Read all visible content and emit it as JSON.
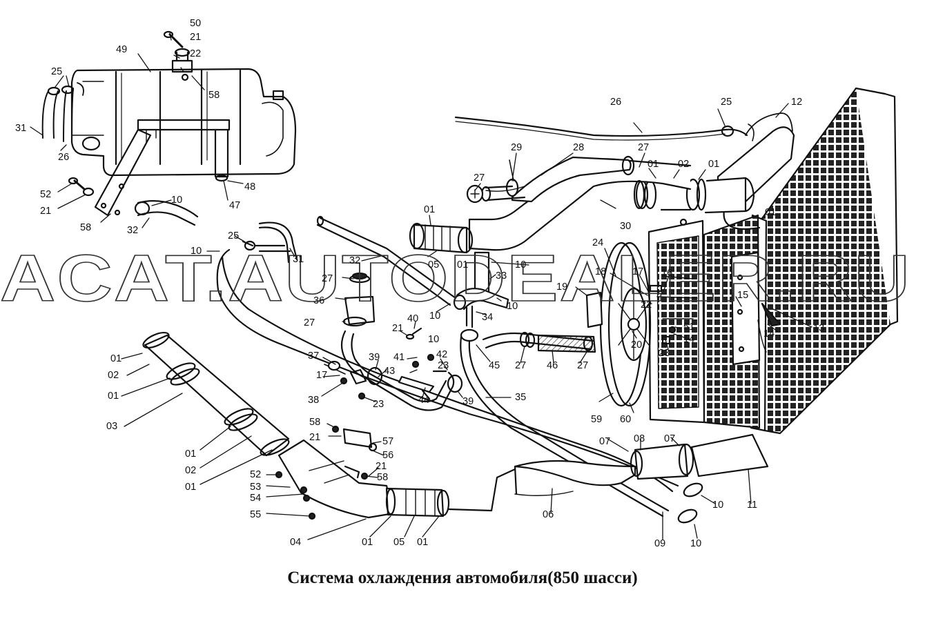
{
  "caption": "Система охлаждения автомобиля(850 шасси)",
  "watermark": "ACAT.AUTODEALER.RU",
  "callouts": [
    {
      "id": "c1",
      "text": "50"
    },
    {
      "id": "c2",
      "text": "21"
    },
    {
      "id": "c3",
      "text": "22"
    },
    {
      "id": "c4",
      "text": "49"
    },
    {
      "id": "c5",
      "text": "25"
    },
    {
      "id": "c6",
      "text": "58"
    },
    {
      "id": "c7",
      "text": "31"
    },
    {
      "id": "c8",
      "text": "26"
    },
    {
      "id": "c9",
      "text": "52"
    },
    {
      "id": "c10",
      "text": "21"
    },
    {
      "id": "c11",
      "text": "10"
    },
    {
      "id": "c12",
      "text": "48"
    },
    {
      "id": "c13",
      "text": "47"
    },
    {
      "id": "c14",
      "text": "58"
    },
    {
      "id": "c15",
      "text": "32"
    },
    {
      "id": "c16",
      "text": "26"
    },
    {
      "id": "c17",
      "text": "25"
    },
    {
      "id": "c18",
      "text": "12"
    },
    {
      "id": "c19",
      "text": "29"
    },
    {
      "id": "c20",
      "text": "28"
    },
    {
      "id": "c21",
      "text": "27"
    },
    {
      "id": "c22",
      "text": "01"
    },
    {
      "id": "c23",
      "text": "02"
    },
    {
      "id": "c24",
      "text": "01"
    },
    {
      "id": "c25",
      "text": "27"
    },
    {
      "id": "c26",
      "text": "30"
    },
    {
      "id": "c27",
      "text": "01"
    },
    {
      "id": "c28",
      "text": "05"
    },
    {
      "id": "c29",
      "text": "01"
    },
    {
      "id": "c30",
      "text": "10"
    },
    {
      "id": "c31",
      "text": "25"
    },
    {
      "id": "c32",
      "text": "10"
    },
    {
      "id": "c33",
      "text": "31"
    },
    {
      "id": "c34",
      "text": "32"
    },
    {
      "id": "c35",
      "text": "33"
    },
    {
      "id": "c36",
      "text": "27"
    },
    {
      "id": "c37",
      "text": "36"
    },
    {
      "id": "c38",
      "text": "10"
    },
    {
      "id": "c39",
      "text": "10"
    },
    {
      "id": "c40",
      "text": "34"
    },
    {
      "id": "c41",
      "text": "27"
    },
    {
      "id": "c42",
      "text": "21"
    },
    {
      "id": "c43",
      "text": "40"
    },
    {
      "id": "c44",
      "text": "10"
    },
    {
      "id": "c45",
      "text": "24"
    },
    {
      "id": "c46",
      "text": "18"
    },
    {
      "id": "c47",
      "text": "17"
    },
    {
      "id": "c48",
      "text": "16"
    },
    {
      "id": "c49",
      "text": "19"
    },
    {
      "id": "c50",
      "text": "22"
    },
    {
      "id": "c51",
      "text": "15"
    },
    {
      "id": "c52",
      "text": "51"
    },
    {
      "id": "c53",
      "text": "14"
    },
    {
      "id": "c54",
      "text": "14"
    },
    {
      "id": "c55",
      "text": "13"
    },
    {
      "id": "c56",
      "text": "20"
    },
    {
      "id": "c57",
      "text": "23"
    },
    {
      "id": "c58",
      "text": "01"
    },
    {
      "id": "c59",
      "text": "02"
    },
    {
      "id": "c60",
      "text": "01"
    },
    {
      "id": "c61",
      "text": "03"
    },
    {
      "id": "c62",
      "text": "37"
    },
    {
      "id": "c63",
      "text": "17"
    },
    {
      "id": "c64",
      "text": "38"
    },
    {
      "id": "c65",
      "text": "39"
    },
    {
      "id": "c66",
      "text": "43"
    },
    {
      "id": "c67",
      "text": "23"
    },
    {
      "id": "c68",
      "text": "41"
    },
    {
      "id": "c69",
      "text": "42"
    },
    {
      "id": "c70",
      "text": "23"
    },
    {
      "id": "c71",
      "text": "44"
    },
    {
      "id": "c72",
      "text": "39"
    },
    {
      "id": "c73",
      "text": "45"
    },
    {
      "id": "c74",
      "text": "27"
    },
    {
      "id": "c75",
      "text": "46"
    },
    {
      "id": "c76",
      "text": "27"
    },
    {
      "id": "c77",
      "text": "35"
    },
    {
      "id": "c78",
      "text": "59"
    },
    {
      "id": "c79",
      "text": "60"
    },
    {
      "id": "c80",
      "text": "58"
    },
    {
      "id": "c81",
      "text": "21"
    },
    {
      "id": "c82",
      "text": "57"
    },
    {
      "id": "c83",
      "text": "56"
    },
    {
      "id": "c84",
      "text": "21"
    },
    {
      "id": "c85",
      "text": "58"
    },
    {
      "id": "c86",
      "text": "01"
    },
    {
      "id": "c87",
      "text": "02"
    },
    {
      "id": "c88",
      "text": "01"
    },
    {
      "id": "c89",
      "text": "52"
    },
    {
      "id": "c90",
      "text": "53"
    },
    {
      "id": "c91",
      "text": "54"
    },
    {
      "id": "c92",
      "text": "55"
    },
    {
      "id": "c93",
      "text": "04"
    },
    {
      "id": "c94",
      "text": "01"
    },
    {
      "id": "c95",
      "text": "05"
    },
    {
      "id": "c96",
      "text": "01"
    },
    {
      "id": "c97",
      "text": "06"
    },
    {
      "id": "c98",
      "text": "07"
    },
    {
      "id": "c99",
      "text": "08"
    },
    {
      "id": "c100",
      "text": "07"
    },
    {
      "id": "c101",
      "text": "10"
    },
    {
      "id": "c102",
      "text": "11"
    },
    {
      "id": "c103",
      "text": "09"
    },
    {
      "id": "c104",
      "text": "10"
    },
    {
      "id": "c105",
      "text": "01"
    }
  ]
}
